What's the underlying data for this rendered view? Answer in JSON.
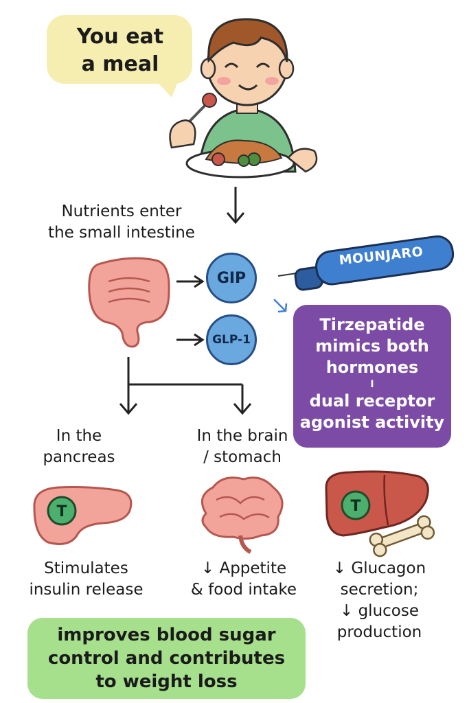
{
  "bubble": {
    "line1": "You eat",
    "line2": "a meal"
  },
  "intestine_label": {
    "line1": "Nutrients enter",
    "line2": "the small intestine"
  },
  "hormones": {
    "gip": "GIP",
    "glp1": "GLP-1"
  },
  "pen_label": "MOUNJARO",
  "drug_box": {
    "line1": "Tirzepatide",
    "line2": "mimics both",
    "line3": "hormones",
    "separator": "I",
    "line4": "dual receptor",
    "line5": "agonist activity"
  },
  "pancreas": {
    "label_line1": "In the",
    "label_line2": "pancreas",
    "badge": "T",
    "effect_line1": "Stimulates",
    "effect_line2": "insulin release"
  },
  "brain": {
    "label_line1": "In the brain",
    "label_line2": "/ stomach",
    "effect_line1": "↓ Appetite",
    "effect_line2": "& food intake"
  },
  "liver": {
    "badge": "T",
    "effect_line1": "↓ Glucagon",
    "effect_line2": "secretion;",
    "effect_line3": "↓ glucose",
    "effect_line4": "production"
  },
  "summary": {
    "line1": "improves blood sugar",
    "line2": "control and contributes",
    "line3": "to weight loss"
  },
  "colors": {
    "bubble": "#f6eeb0",
    "hormone": "#6aa8e0",
    "drug_box": "#7c4ba6",
    "summary": "#a6e08c",
    "pen": "#3f7fd0",
    "organ": "#f2a39a",
    "liver": "#c9574a",
    "badge": "#4caf6e"
  }
}
